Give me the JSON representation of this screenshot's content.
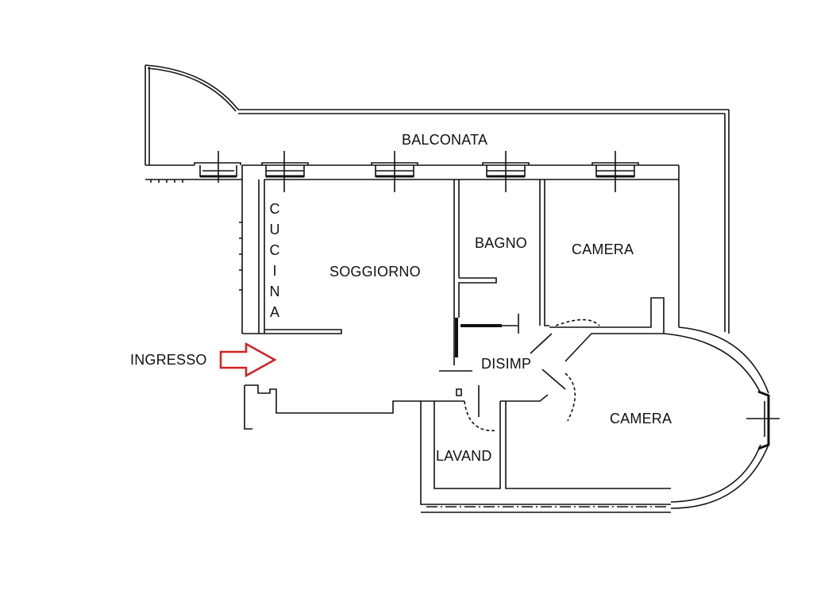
{
  "plan": {
    "rooms": {
      "balconata": "BALCONATA",
      "cucina": [
        "C",
        "U",
        "C",
        "I",
        "N",
        "A"
      ],
      "soggiorno": "SOGGIORNO",
      "bagno": "BAGNO",
      "camera_1": "CAMERA",
      "disimp": "DISIMP",
      "camera_2": "CAMERA",
      "lavand": "LAVAND"
    },
    "entrance_label": "INGRESSO",
    "colors": {
      "walls": "#111111",
      "entrance_arrow": "#d42020"
    }
  }
}
